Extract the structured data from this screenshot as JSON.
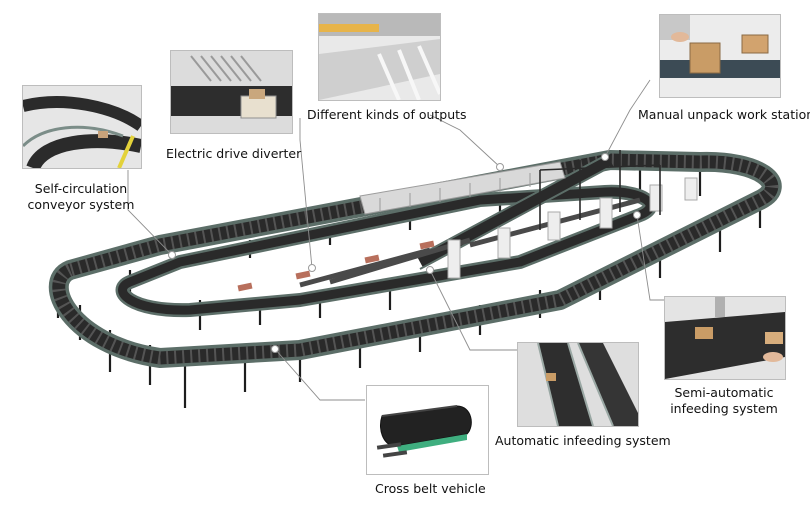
{
  "labels": {
    "self_circulation": "Self-circulation\nconveyor system",
    "electric_diverter": "Electric drive diverter",
    "outputs": "Different kinds of outputs",
    "manual_unpack": "Manual unpack work station",
    "semi_auto": "Semi-automatic\ninfeeding system",
    "auto_infeed": "Automatic infeeding system",
    "cross_belt": "Cross belt vehicle"
  },
  "colors": {
    "belt": "#2a2a2a",
    "rail": "#5c6e68",
    "accent": "#3fae7f",
    "diverter_pad": "#b86f5c"
  }
}
